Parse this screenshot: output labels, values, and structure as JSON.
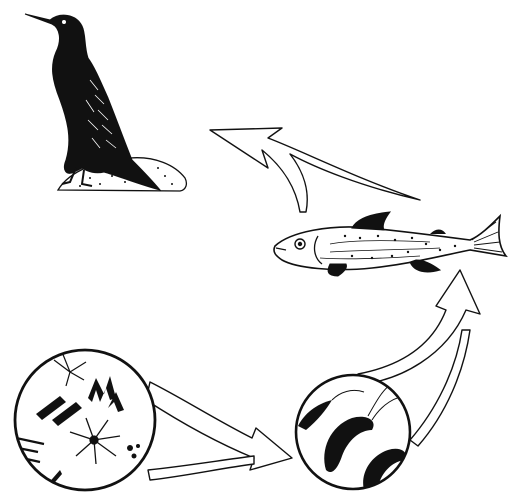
{
  "diagram": {
    "type": "food-chain",
    "nodes": [
      {
        "id": "plankton",
        "icon": "phytoplankton-icon"
      },
      {
        "id": "krill",
        "icon": "zooplankton-icon"
      },
      {
        "id": "fish",
        "icon": "fish-icon"
      },
      {
        "id": "bird",
        "icon": "cormorant-icon"
      }
    ],
    "edges": [
      {
        "from": "plankton",
        "to": "krill"
      },
      {
        "from": "krill",
        "to": "fish"
      },
      {
        "from": "fish",
        "to": "bird"
      }
    ],
    "colors": {
      "ink": "#111111",
      "background": "#ffffff"
    }
  }
}
